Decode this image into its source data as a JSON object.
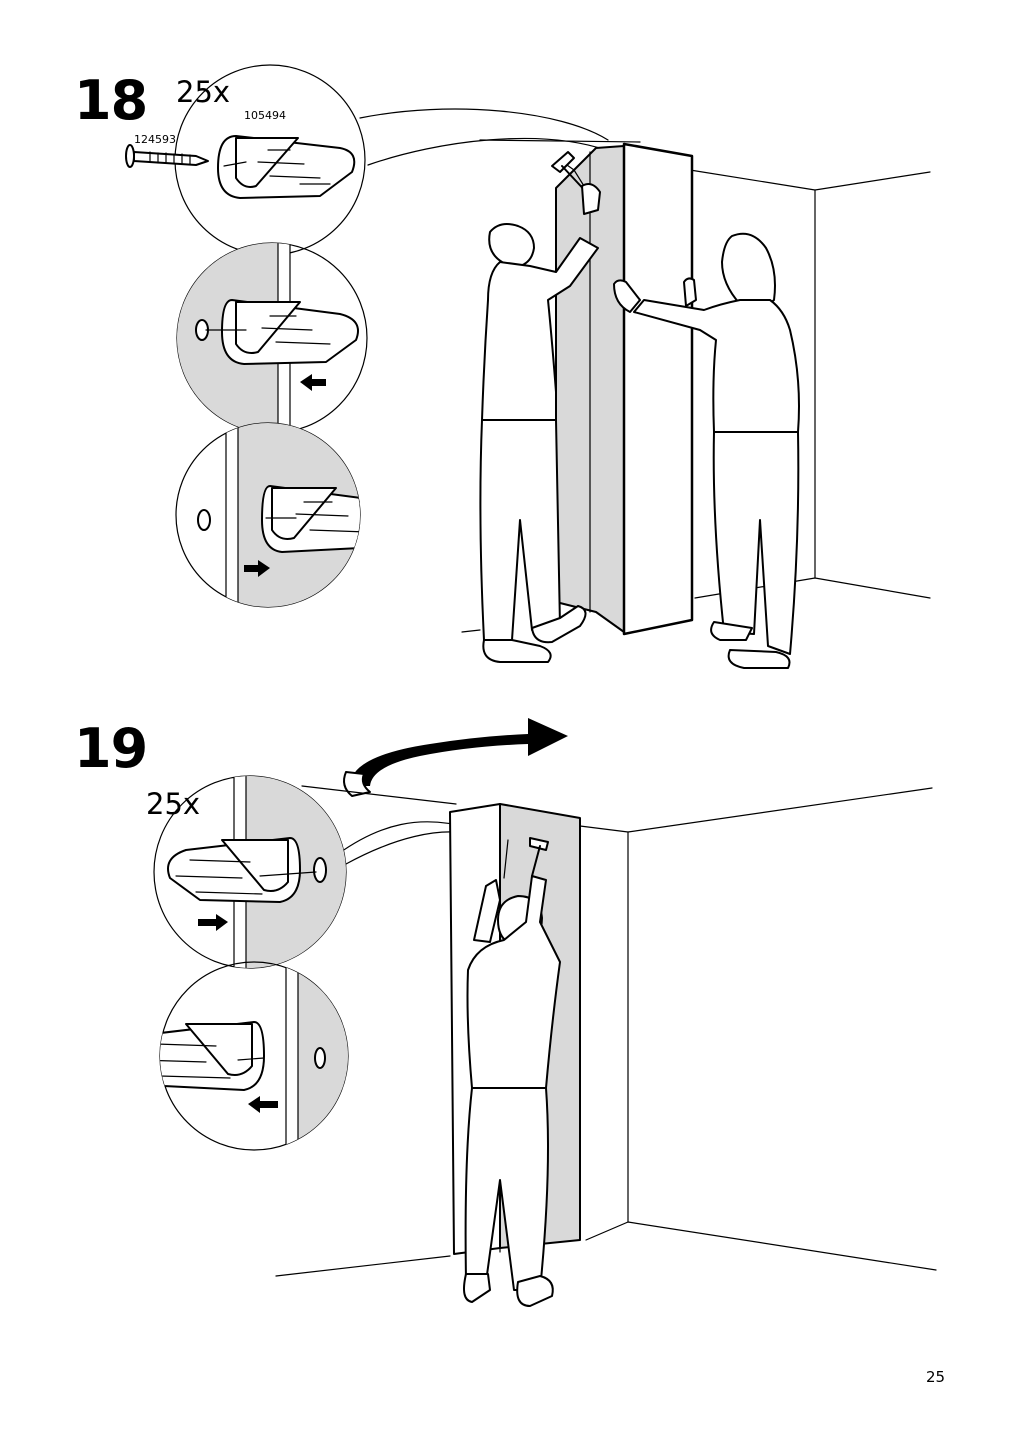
{
  "page": {
    "number": "25"
  },
  "steps": [
    {
      "number": "18",
      "quantity": "25x",
      "parts": {
        "screw": "124593",
        "bracket": "105494"
      }
    },
    {
      "number": "19",
      "quantity": "25x"
    }
  ],
  "icons": [
    "screw-icon",
    "wall-bracket-icon",
    "arrow-left-icon",
    "arrow-right-icon",
    "rotate-arrow-icon",
    "hammer-icon"
  ],
  "colors": {
    "ink": "#000000",
    "panel_fill": "#d9d9d9",
    "background": "#ffffff"
  }
}
